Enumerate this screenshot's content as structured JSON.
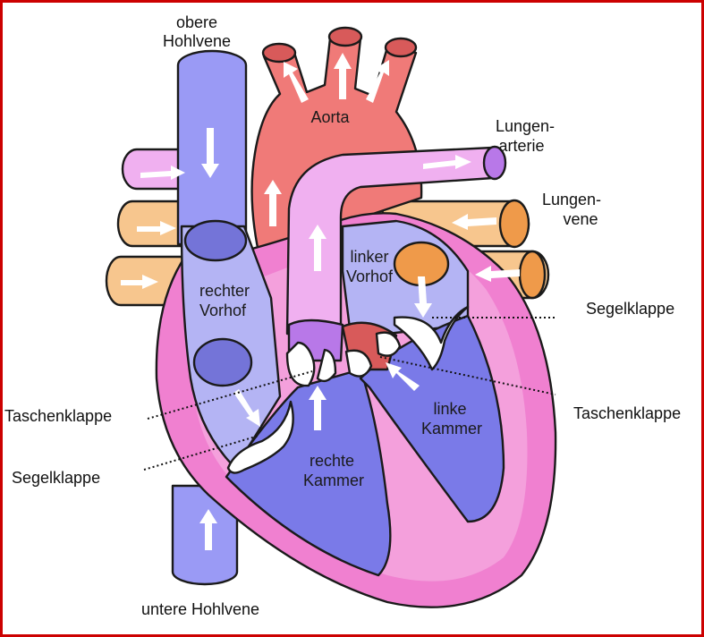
{
  "labels": {
    "superior_vena_cava": [
      "obere",
      "Hohlvene"
    ],
    "aorta": "Aorta",
    "pulmonary_artery": [
      "Lungen-",
      "arterie"
    ],
    "pulmonary_vein": [
      "Lungen-",
      "vene"
    ],
    "left_atrium": [
      "linker",
      "Vorhof"
    ],
    "right_atrium": [
      "rechter",
      "Vorhof"
    ],
    "mitral_valve": "Segelklappe",
    "aortic_valve": "Taschenklappe",
    "pulmonary_valve": "Taschenklappe",
    "tricuspid_valve": "Segelklappe",
    "left_ventricle": [
      "linke",
      "Kammer"
    ],
    "right_ventricle": [
      "rechte",
      "Kammer"
    ],
    "inferior_vena_cava": "untere Hohlvene"
  },
  "colors": {
    "border": "#cc0000",
    "vena_cava": "#9a9af5",
    "vena_cava_dark": "#7474d8",
    "right_ventricle": "#7a7ae8",
    "right_atrium": "#b4b4f4",
    "aorta": "#f07a78",
    "aorta_dark": "#d85a5a",
    "pulmonary_artery": "#f0b0f0",
    "pulmonary_artery_dark": "#b878e8",
    "pulmonary_vein": "#f7c68e",
    "pulmonary_vein_dark": "#ef9a4a",
    "myocardium": "#f080d0",
    "myocardium_light": "#f4a0dc"
  }
}
